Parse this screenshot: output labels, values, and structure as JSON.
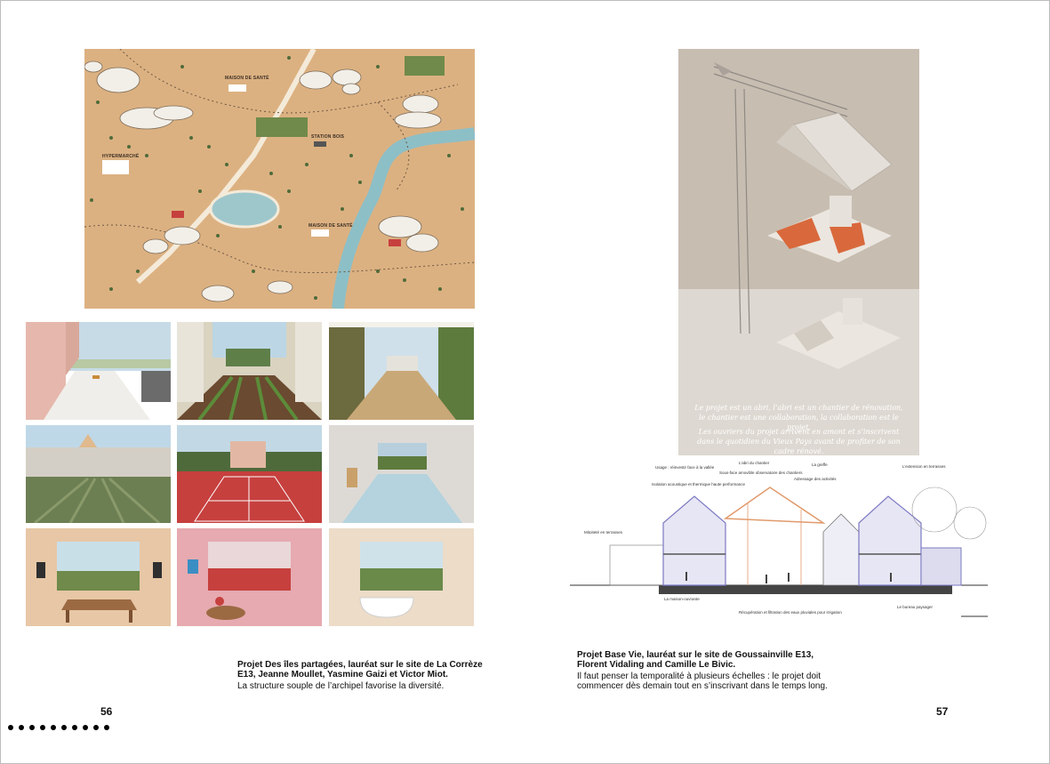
{
  "left_page": {
    "site_plan": {
      "labels": {
        "maison_sante_1": "MAISON DE SANTÉ",
        "station_bois": "STATION BOIS",
        "hypermarche": "HYPERMARCHÉ",
        "maison_sante_2": "MAISON DE SANTÉ"
      }
    },
    "caption": {
      "title": "Projet Des îles partagées, lauréat sur le site de La Corrèze E13, Jeanne Moullet, Yasmine Gaizi et Victor Miot.",
      "text": "La structure souple de l’archipel favorise la diversité."
    },
    "page_number": "56"
  },
  "right_page": {
    "model_caption": {
      "line1": "Le projet est un abri, l’abri est un chantier de rénovation, le chantier est une collaboration, la collaboration est le projet.",
      "line2": "Les ouvriers du projet arrivent en amont et s’inscrivent dans le quotidien du Vieux Pays avant de profiter de son cadre rénové."
    },
    "section_annotations": {
      "a1": "Usage : réinvestir face à la vallée",
      "a2": "L’abri du chantier",
      "a3": "Sous-face amovible observatoire des chantiers",
      "a4": "La greffe",
      "a5": "L’extension en terrasses",
      "a6": "Isolation acoustique et thermique haute performance",
      "a7": "Adressage des activités",
      "a8": "Mitoiteté en terrasses",
      "a9": "La maison-ouvrante",
      "a10": "Récupération et filtration des eaux pluviales pour irrigation",
      "a11": "Le bureau paysager"
    },
    "caption": {
      "title": "Projet Base Vie, lauréat sur le site de Goussainville E13, Florent Vidaling and Camille Le Bivic.",
      "text": "Il faut penser la temporalité à plusieurs échelles : le projet doit commencer dès demain tout en s’inscrivant dans le temps long."
    },
    "page_number": "57"
  },
  "colors": {
    "sand": "#dcb181",
    "water": "#9ec7cc",
    "tennis_red": "#c6403e",
    "model_orange": "#d9693c",
    "section_blue": "#7b79c2"
  }
}
